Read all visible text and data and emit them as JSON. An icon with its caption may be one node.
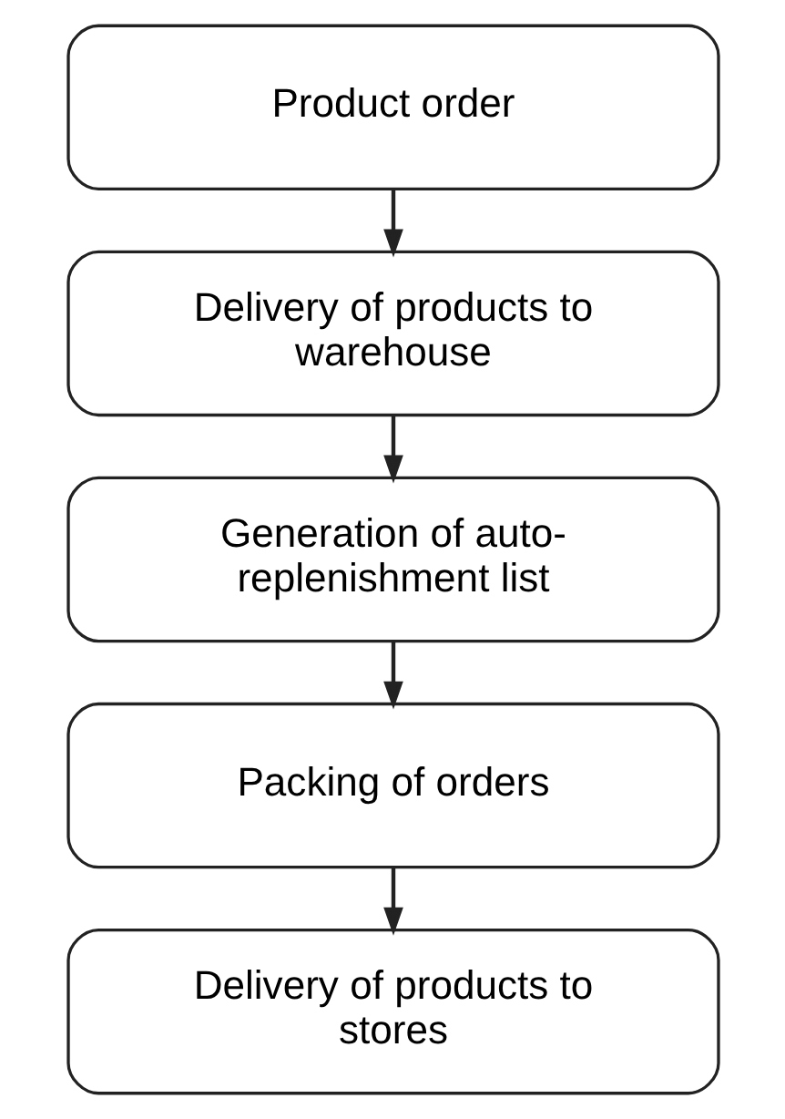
{
  "diagram": {
    "nodes": [
      {
        "text": [
          "Product order"
        ]
      },
      {
        "text": [
          "Delivery of products to warehouse"
        ]
      },
      {
        "text": [
          "Generation of auto-replenishment list"
        ]
      },
      {
        "text": [
          "Packing of orders"
        ]
      },
      {
        "text": [
          "Delivery of products to stores"
        ]
      }
    ],
    "edges": [
      {
        "from": 0,
        "to": 1,
        "arrow": "to"
      },
      {
        "from": 1,
        "to": 2,
        "arrow": "to"
      },
      {
        "from": 2,
        "to": 3,
        "arrow": "to"
      },
      {
        "from": 3,
        "to": 4,
        "arrow": "to"
      }
    ]
  }
}
